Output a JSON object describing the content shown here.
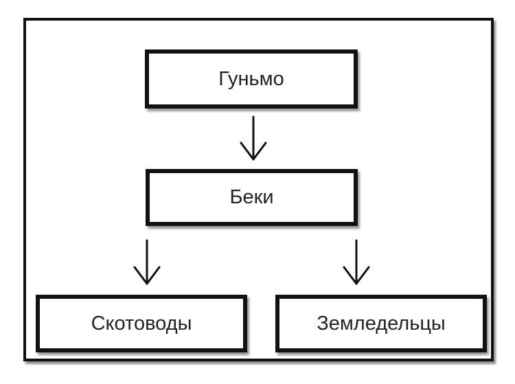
{
  "diagram": {
    "nodes": {
      "top": "Гуньмо",
      "middle": "Беки",
      "left": "Скотоводы",
      "right": "Земледельцы"
    },
    "edges": [
      {
        "from": "Гуньмо",
        "to": "Беки"
      },
      {
        "from": "Беки",
        "to": "Скотоводы"
      },
      {
        "from": "Беки",
        "to": "Земледельцы"
      }
    ]
  }
}
